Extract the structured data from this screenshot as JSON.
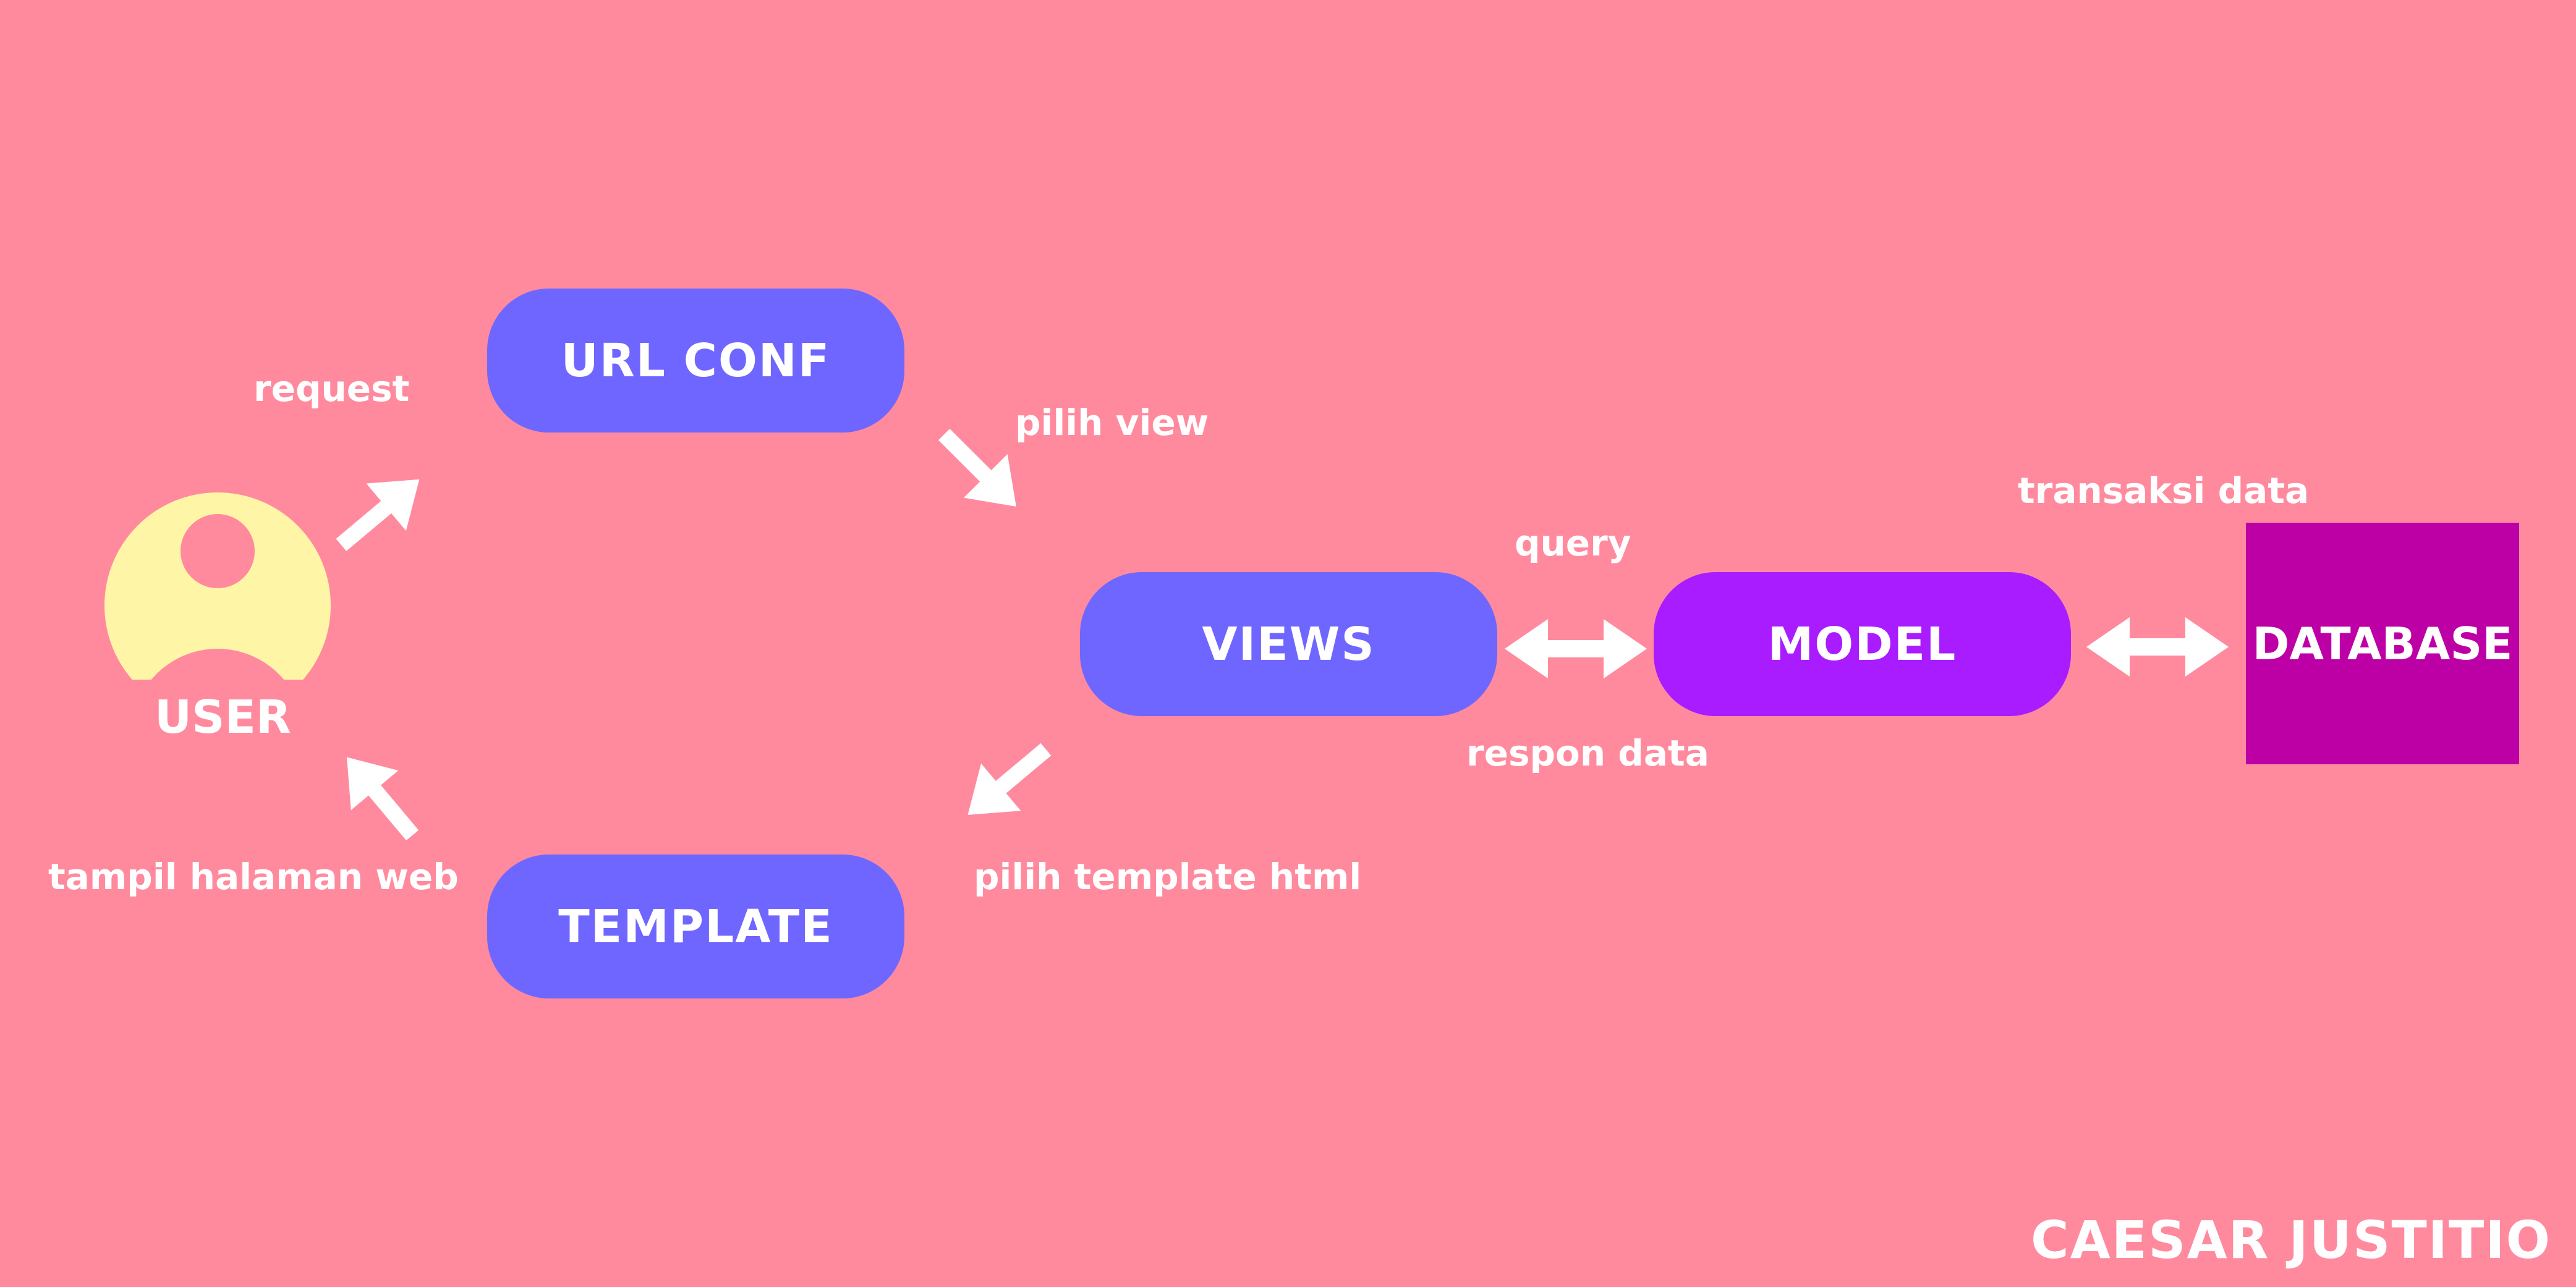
{
  "nodes": {
    "user": "USER",
    "url_conf": "URL CONF",
    "views": "VIEWS",
    "template": "TEMPLATE",
    "model": "MODEL",
    "database": "DATABASE"
  },
  "edges": {
    "request": "request",
    "pilih_view": "pilih view",
    "query": "query",
    "respon_data": "respon data",
    "transaksi_data": "transaksi data",
    "pilih_template": "pilih template html",
    "tampil_halaman": "tampil halaman web"
  },
  "author": "CAESAR JUSTITIO",
  "colors": {
    "background": "#ff8a9e",
    "blue_node": "#6f66ff",
    "model": "#a91cff",
    "database": "#bd00a6",
    "user_icon": "#fff5a6",
    "text": "#ffffff"
  },
  "icons": [
    "user-icon",
    "arrow-icon",
    "double-arrow-icon"
  ]
}
